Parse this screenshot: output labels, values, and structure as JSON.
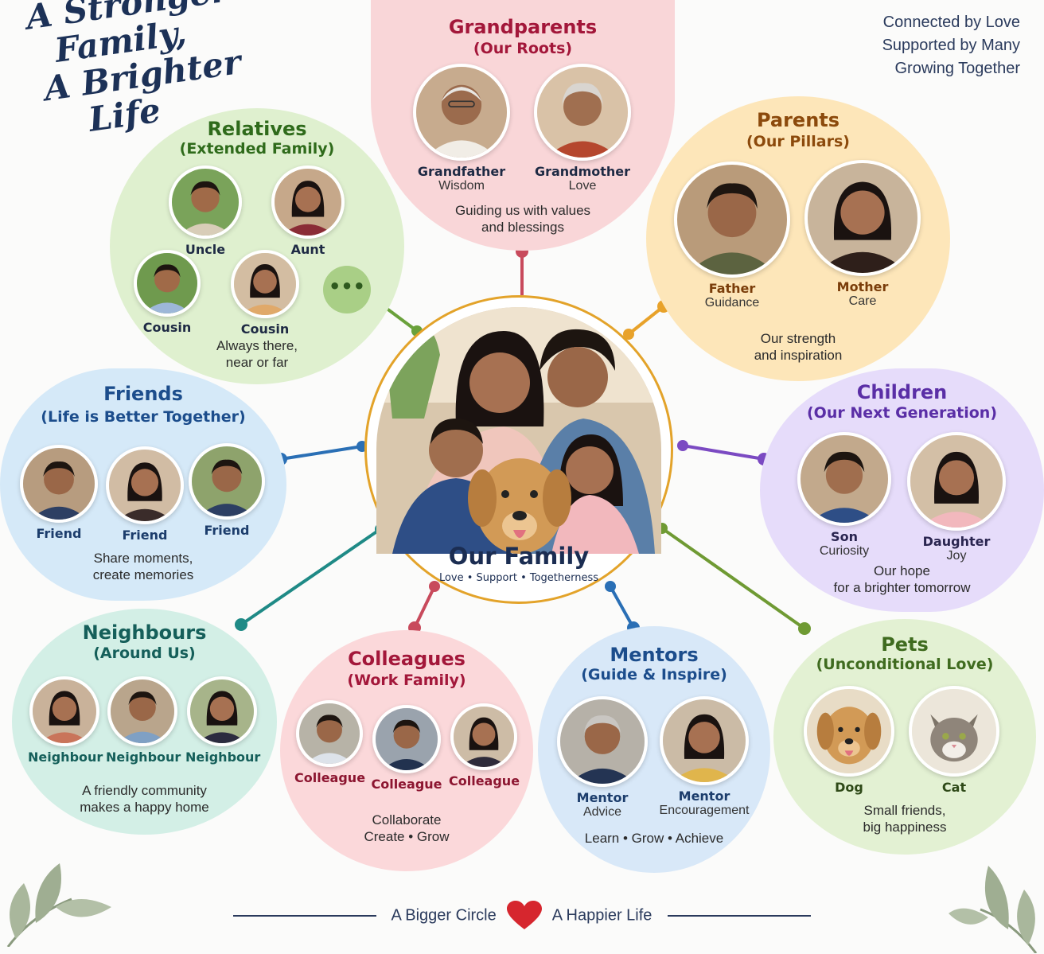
{
  "headline": {
    "line1": "A Stronger",
    "line2": "Family,",
    "line3": "A Brighter",
    "line4": "Life"
  },
  "tagline": [
    "Connected by Love",
    "Supported by Many",
    "Growing Together"
  ],
  "center": {
    "title": "Our Family",
    "values": "Love  •  Support  •  Togetherness"
  },
  "grandparents": {
    "title": "Grandparents",
    "subtitle": "(Our Roots)",
    "people": [
      {
        "name": "Grandfather",
        "trait": "Wisdom"
      },
      {
        "name": "Grandmother",
        "trait": "Love"
      }
    ],
    "note_line1": "Guiding us with values",
    "note_line2": "and blessings"
  },
  "parents": {
    "title": "Parents",
    "subtitle": "(Our Pillars)",
    "people": [
      {
        "name": "Father",
        "trait": "Guidance"
      },
      {
        "name": "Mother",
        "trait": "Care"
      }
    ],
    "note_line1": "Our strength",
    "note_line2": "and inspiration"
  },
  "relatives": {
    "title": "Relatives",
    "subtitle": "(Extended Family)",
    "people": [
      {
        "name": "Uncle"
      },
      {
        "name": "Aunt"
      },
      {
        "name": "Cousin"
      },
      {
        "name": "Cousin"
      }
    ],
    "more": "•••",
    "note_line1": "Always there,",
    "note_line2": "near or far"
  },
  "friends": {
    "title": "Friends",
    "subtitle": "(Life is Better Together)",
    "people": [
      {
        "name": "Friend"
      },
      {
        "name": "Friend"
      },
      {
        "name": "Friend"
      }
    ],
    "note_line1": "Share moments,",
    "note_line2": "create memories"
  },
  "children": {
    "title": "Children",
    "subtitle": "(Our Next Generation)",
    "people": [
      {
        "name": "Son",
        "trait": "Curiosity"
      },
      {
        "name": "Daughter",
        "trait": "Joy"
      }
    ],
    "note_line1": "Our hope",
    "note_line2": "for a brighter tomorrow"
  },
  "neighbours": {
    "title": "Neighbours",
    "subtitle": "(Around Us)",
    "people": [
      {
        "name": "Neighbour"
      },
      {
        "name": "Neighbour"
      },
      {
        "name": "Neighbour"
      }
    ],
    "note_line1": "A friendly community",
    "note_line2": "makes a happy home"
  },
  "colleagues": {
    "title": "Colleagues",
    "subtitle": "(Work Family)",
    "people": [
      {
        "name": "Colleague"
      },
      {
        "name": "Colleague"
      },
      {
        "name": "Colleague"
      }
    ],
    "note_line1": "Collaborate",
    "note_line2": "Create  •  Grow"
  },
  "mentors": {
    "title": "Mentors",
    "subtitle": "(Guide & Inspire)",
    "people": [
      {
        "name": "Mentor",
        "trait": "Advice"
      },
      {
        "name": "Mentor",
        "trait": "Encouragement"
      }
    ],
    "note_line1": "Learn  •  Grow  •  Achieve"
  },
  "pets": {
    "title": "Pets",
    "subtitle": "(Unconditional Love)",
    "people": [
      {
        "name": "Dog"
      },
      {
        "name": "Cat"
      }
    ],
    "note_line1": "Small friends,",
    "note_line2": "big happiness"
  },
  "footer": {
    "left": "A Bigger Circle",
    "right": "A Happier Life"
  },
  "colors": {
    "grandparents": "#f9d6d8",
    "parents": "#fde6b9",
    "relatives": "#dff0cf",
    "friends": "#d5e9f8",
    "children": "#e6dcfa",
    "neighbours": "#d3efe6",
    "colleagues": "#fbd8da",
    "mentors": "#d8e8f8",
    "pets": "#e3f1d3"
  }
}
